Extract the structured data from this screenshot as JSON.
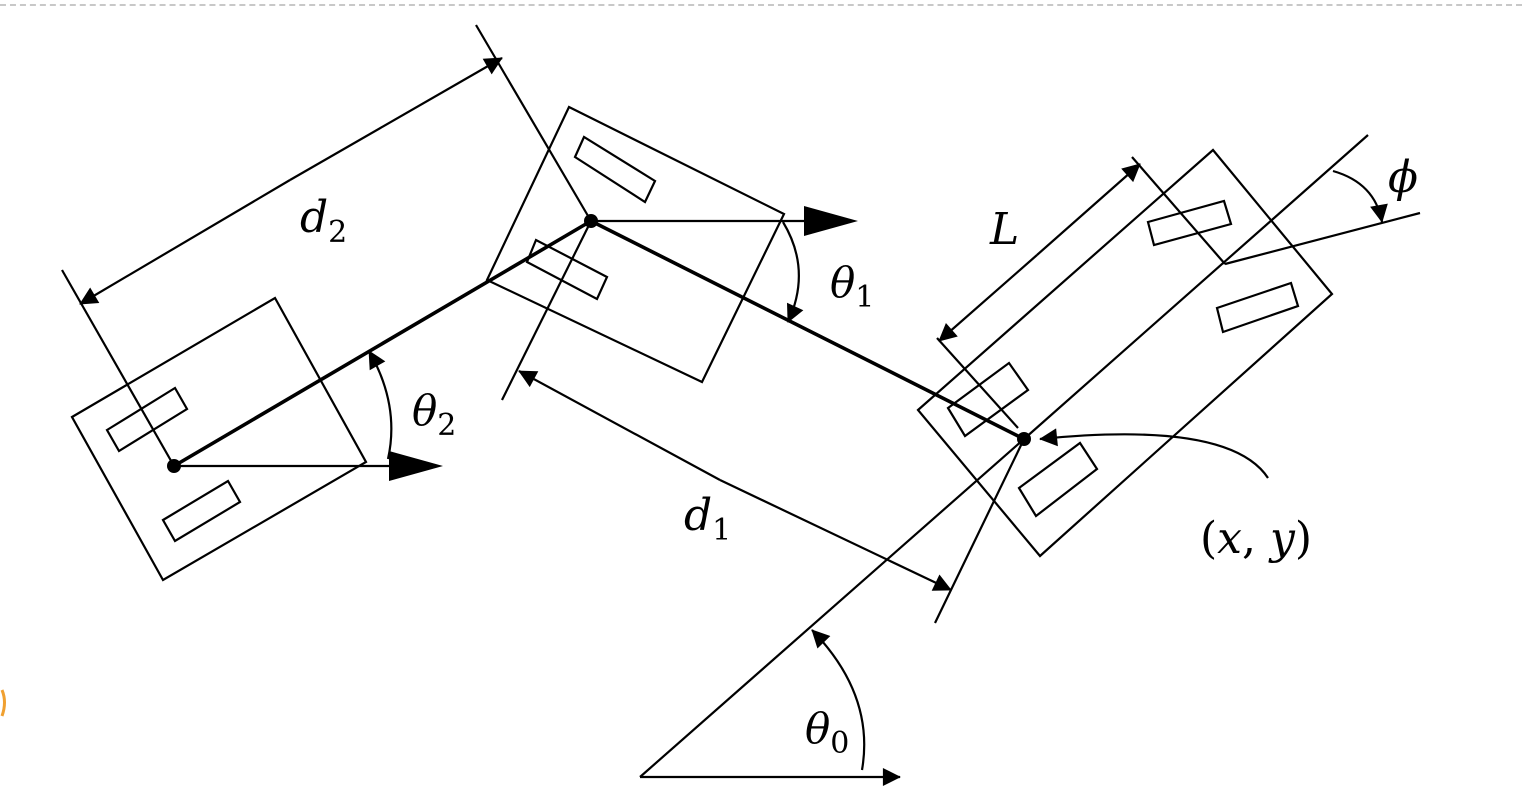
{
  "labels": {
    "d2": {
      "base": "d",
      "sub": "2"
    },
    "d1": {
      "base": "d",
      "sub": "1"
    },
    "theta0": {
      "base": "θ",
      "sub": "0"
    },
    "theta1": {
      "base": "θ",
      "sub": "1"
    },
    "theta2": {
      "base": "θ",
      "sub": "2"
    },
    "L": "L",
    "phi": "ϕ",
    "xy": {
      "open": "(",
      "x": "x",
      "comma": ", ",
      "y": "y",
      "close": ")"
    }
  },
  "colors": {
    "ink": "#000000",
    "rule": "#c8c8c8",
    "accent": "#f0a030"
  }
}
